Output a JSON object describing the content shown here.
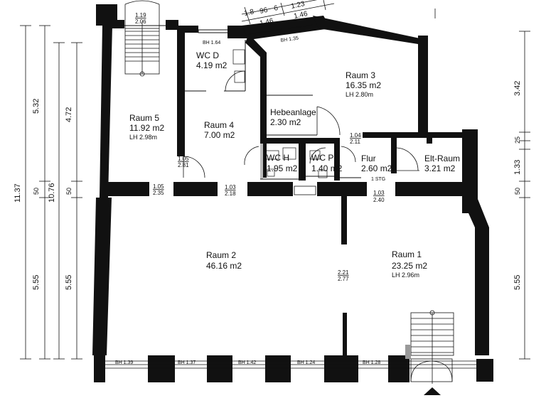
{
  "rooms": {
    "raum1": {
      "name": "Raum 1",
      "area": "23.25 m2",
      "lh": "LH 2.96m"
    },
    "raum2": {
      "name": "Raum 2",
      "area": "46.16 m2"
    },
    "raum3": {
      "name": "Raum 3",
      "area": "16.35 m2",
      "lh": "LH 2.80m"
    },
    "raum4": {
      "name": "Raum 4",
      "area": "7.00 m2"
    },
    "raum5": {
      "name": "Raum 5",
      "area": "11.92 m2",
      "lh": "LH 2.98m"
    },
    "hebeanlage": {
      "name": "Hebeanlage",
      "area": "2.30 m2"
    },
    "wcd": {
      "name": "WC D",
      "area": "4.19 m2"
    },
    "wch": {
      "name": "WC H",
      "area": "1.95 m2"
    },
    "wcp": {
      "name": "WC P",
      "area": "1.40 m2"
    },
    "flur": {
      "name": "Flur",
      "area": "2.60 m2"
    },
    "elt": {
      "name": "Elt-Raum",
      "area": "3.21 m2"
    }
  },
  "openings": {
    "stair_top": {
      "w": "1.19",
      "h": "2.06"
    },
    "r4_door": {
      "w": "1.05",
      "h": "2.81"
    },
    "r5_door": {
      "w": "1.05",
      "h": "2.35"
    },
    "r2_door": {
      "w": "1.03",
      "h": "2.18"
    },
    "flur_top": {
      "w": "1.04",
      "h": "2.11"
    },
    "flur_bottom": {
      "w": "1.03",
      "h": "2.40"
    },
    "center": {
      "w": "2.21",
      "h": "2.77"
    },
    "stg": "1 STG"
  },
  "sills": {
    "top1": "BH  1.64",
    "top2": "BH  1.35",
    "bottom": [
      "BH  1.39",
      "BH  1.37",
      "BH  1.42",
      "BH  1.24",
      "BH  1.28"
    ]
  },
  "dims": {
    "left_outer": "11.37",
    "left_mid": "10.76",
    "left_a": [
      "5.32",
      "50",
      "5.55"
    ],
    "left_b": [
      "4.72",
      "50",
      "5.55"
    ],
    "right": [
      "3.42",
      "25",
      "1.33",
      "50",
      "5.55"
    ],
    "top": [
      "1.8",
      "96",
      "6",
      "1.23",
      "1.46",
      "1.46"
    ]
  }
}
